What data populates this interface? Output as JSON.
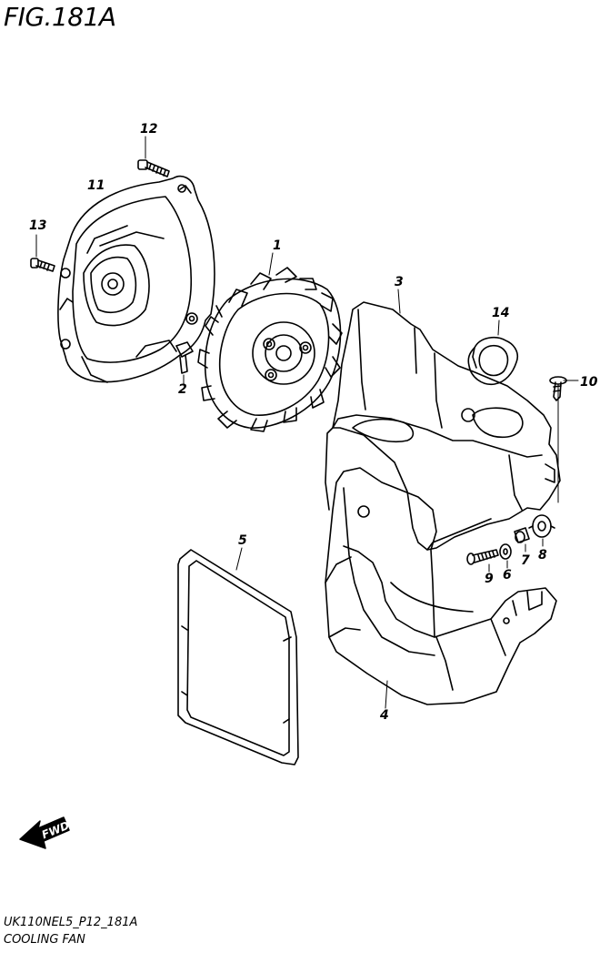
{
  "figure": {
    "title": "FIG.181A",
    "code": "UK110NEL5_P12_181A",
    "name": "COOLING FAN"
  },
  "fwd_label": "FWD",
  "callouts": {
    "c1": "1",
    "c2": "2",
    "c3": "3",
    "c4": "4",
    "c5": "5",
    "c6": "6",
    "c7": "7",
    "c8": "8",
    "c9": "9",
    "c10": "10",
    "c11": "11",
    "c12": "12",
    "c13": "13",
    "c14": "14"
  }
}
